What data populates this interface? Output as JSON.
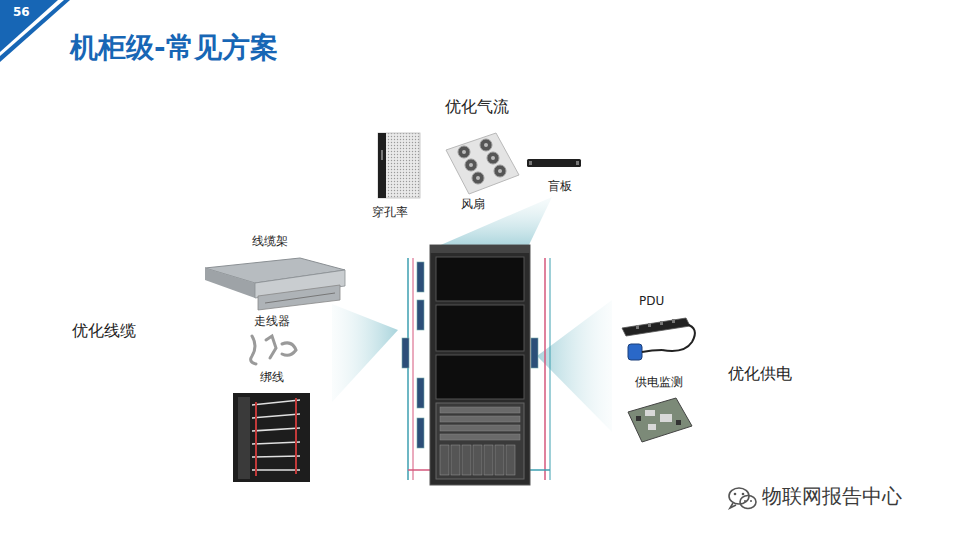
{
  "diagram": {
    "title": "机柜级-常见方案",
    "labels": [
      "56",
      "优化气流",
      "穿孔率",
      "风扇",
      "盲板",
      "线缆架",
      "优化线缆",
      "走线器",
      "绑线",
      "PDU",
      "供电监测",
      "优化供电",
      "物联网报告中心"
    ]
  }
}
